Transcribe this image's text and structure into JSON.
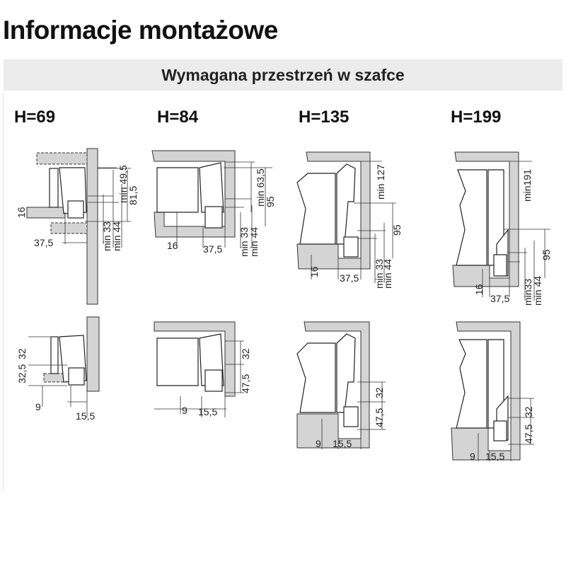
{
  "page": {
    "title": "Informacje montażowe",
    "section_title": "Wymagana przestrzeń w szafce"
  },
  "heights": [
    "H=69",
    "H=84",
    "H=135",
    "H=199"
  ],
  "top_row": {
    "h69": {
      "min_top": "min 49,5",
      "total": "81,5",
      "board": "16",
      "offset": "37,5",
      "min_a": "min 33",
      "min_b": "min 44"
    },
    "h84": {
      "min_top": "min 63,5",
      "total": "95",
      "board": "16",
      "offset": "37,5",
      "min_a": "min 33",
      "min_b": "min 44"
    },
    "h135": {
      "min_top": "min 127",
      "total": "95",
      "board": "16",
      "offset": "37,5",
      "min_a": "min 33",
      "min_b": "min 44"
    },
    "h199": {
      "min_top": "min191",
      "total": "95",
      "board": "16",
      "offset": "37,5",
      "min_a": "min33",
      "min_b": "min 44"
    }
  },
  "bottom_row": {
    "h69": {
      "upper": "32",
      "lower": "32,5",
      "gap": "9",
      "offset": "15,5"
    },
    "h84": {
      "upper": "32",
      "lower": "47,5",
      "gap": "9",
      "offset": "15,5"
    },
    "h135": {
      "upper": "32",
      "lower": "47,5",
      "gap": "9",
      "offset": "15,5"
    },
    "h199": {
      "upper": "32",
      "lower": "47,5",
      "gap": "9",
      "offset": "15,5"
    }
  }
}
